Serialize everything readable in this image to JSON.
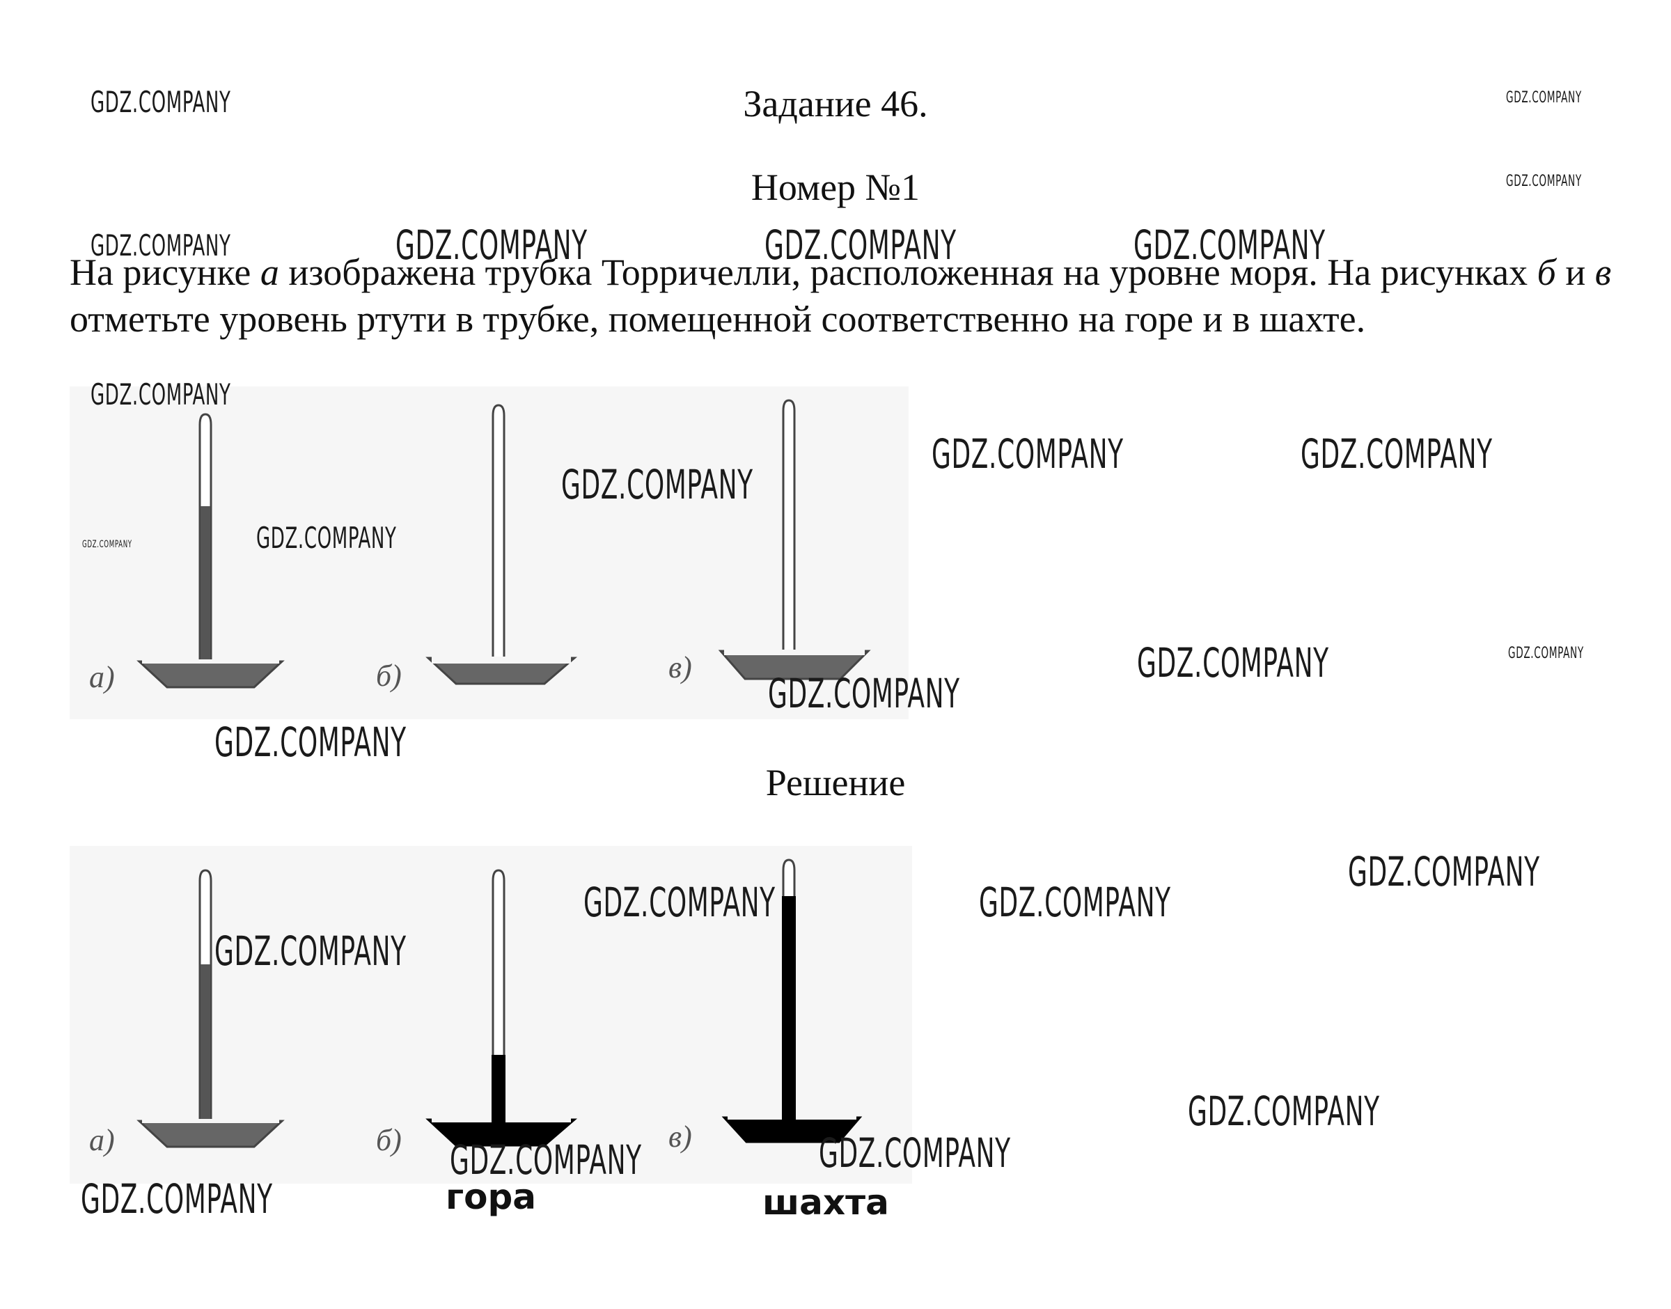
{
  "task_title": "Задание 46.",
  "task_number": "Номер №1",
  "task_text": {
    "part1": "На рисунке ",
    "label_a": "а",
    "part2": " изображена трубка Торричелли, расположенная на уровне моря. На рисунках ",
    "label_b": "б",
    "part3": " и ",
    "label_v": "в",
    "part4": " отметьте уровень ртути в трубке, помещенной соответственно на горе и в шахте."
  },
  "figure_labels": {
    "a": "а)",
    "b": "б)",
    "v": "в)"
  },
  "solution_title": "Решение",
  "solution_captions": {
    "mountain": "гора",
    "mine": "шахта"
  },
  "watermark": "GDZ.COMPANY",
  "colors": {
    "mercury_original": "#555555",
    "mercury_solution": "#000000",
    "watermark": "#1a1a1a"
  }
}
